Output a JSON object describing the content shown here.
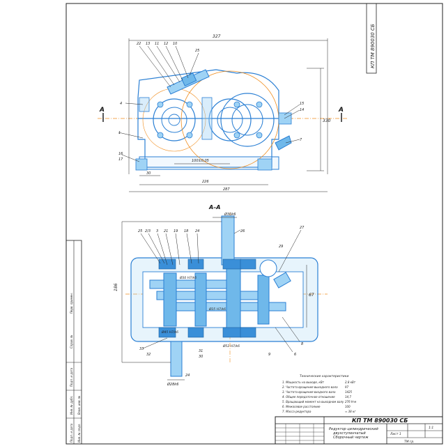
{
  "stamp_top": "КП ТМ 890030 СБ",
  "section_label": "А–А",
  "section_mark_left": "А",
  "section_mark_right": "А",
  "top_view": {
    "dim_top": "327",
    "dim_right": "330",
    "dim_center": "100±0,05",
    "dim_bottom_a": "30",
    "dim_bottom_b": "226",
    "dim_bottom_total": "287",
    "callouts": [
      "22",
      "13",
      "11",
      "12",
      "10",
      "25",
      "4",
      "15",
      "14",
      "1",
      "7",
      "16",
      "17"
    ]
  },
  "bottom_view": {
    "dim_shaft": "Ø30k6",
    "dim_left": "186",
    "dim_right": "67",
    "dim_out_shaft": "Ø28k6",
    "dim_side": "24",
    "fit_1": "Ø30 H7/k6",
    "fit_2": "Ø35 H7/k6",
    "fit_3": "Ø45 H7/k6",
    "fit_4": "Ø52 H7/k6",
    "callouts": [
      "25",
      "2/3",
      "3",
      "21",
      "19",
      "18",
      "24",
      "26",
      "33",
      "32",
      "31",
      "30",
      "29",
      "27",
      "6",
      "8",
      "9"
    ]
  },
  "tech_title": "Технические характеристики",
  "tech_specs": [
    {
      "text": "1. Мощность на выходе, кВт",
      "value": "2,8 кВт"
    },
    {
      "text": "2. Частота вращения выходного вала",
      "value": "97"
    },
    {
      "text": "3. Частота вращения входного вала",
      "value": "1425"
    },
    {
      "text": "4. Общее передаточное отношение",
      "value": "14,7"
    },
    {
      "text": "5. Вращающий момент на выходном валу",
      "value": "276 Н·м"
    },
    {
      "text": "6. Межосевое расстояние",
      "value": "100"
    },
    {
      "text": "7. Масса редуктора",
      "value": "≈ 38 кг"
    }
  ],
  "title_block": {
    "doc_code": "КП ТМ 890030 СБ",
    "name_line1": "Редуктор цилиндрический",
    "name_line2": "двухступенчатый",
    "name_line3": "Сборочный чертеж",
    "scale": "1:1",
    "sheet": "Лист 1",
    "org": "ТМ гр."
  },
  "left_strip": [
    "Перв. примен.",
    "Справ. №",
    "Подп. и дата",
    "Инв. № дубл.",
    "Взам. инв. №",
    "Подп. и дата",
    "Инв. № подл."
  ]
}
